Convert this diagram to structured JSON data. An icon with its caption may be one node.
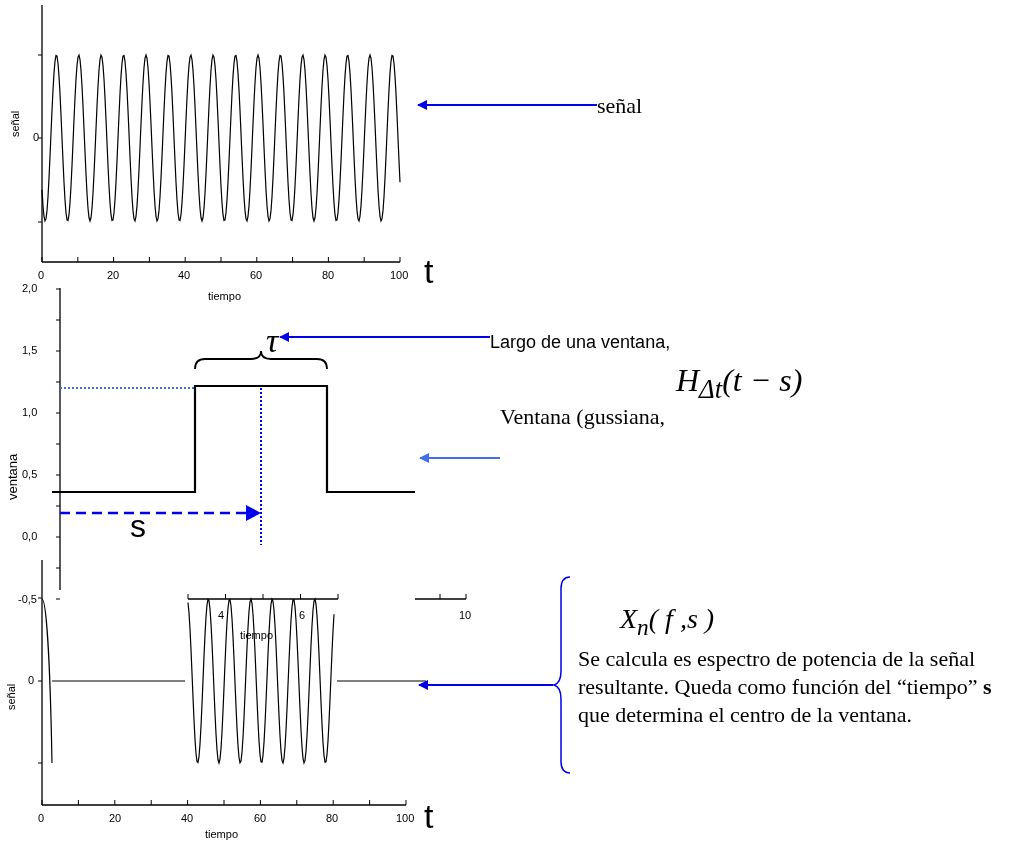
{
  "diagram": {
    "nodes": [
      {
        "text": [],
        "shape": "picture"
      },
      {
        "text": [
          "señal"
        ]
      },
      {
        "text": [
          "τ"
        ]
      },
      {
        "text": [
          "Largo de una ventana,"
        ]
      },
      {
        "text": [],
        "shape": "picture"
      },
      {
        "text": [
          "Ventana  (gussiana,"
        ]
      },
      {
        "text": [
          "X$_{n}$( f ,s )",
          "Se calcula es espectro de potencia de la señal resultante. Queda como función del “tiempo” **s** que determina el centro de la ventana."
        ]
      },
      {
        "text": [],
        "shape": "picture"
      }
    ],
    "edges": [
      {
        "from": 1,
        "to": 0,
        "arrow": "to"
      },
      {
        "from": 3,
        "to": 2,
        "arrow": "to"
      },
      {
        "from": 5,
        "to": 4,
        "arrow": "to",
        "color": "#3f6ff0"
      },
      {
        "from": 6,
        "to": 7,
        "arrow": "to"
      }
    ],
    "labels": [
      "señal",
      "0",
      "0",
      "20",
      "40",
      "60",
      "80",
      "100",
      "t",
      "tiempo",
      "2,0",
      "1,5",
      "1,0",
      "0,5",
      "ventana",
      "H$_{Δt}$(t − s)",
      "0,0",
      "s",
      "-0,5",
      "4",
      "6",
      "10",
      "tiempo",
      "señal",
      "0",
      "0",
      "20",
      "40",
      "60",
      "80",
      "100",
      "t",
      "tiempo"
    ]
  }
}
